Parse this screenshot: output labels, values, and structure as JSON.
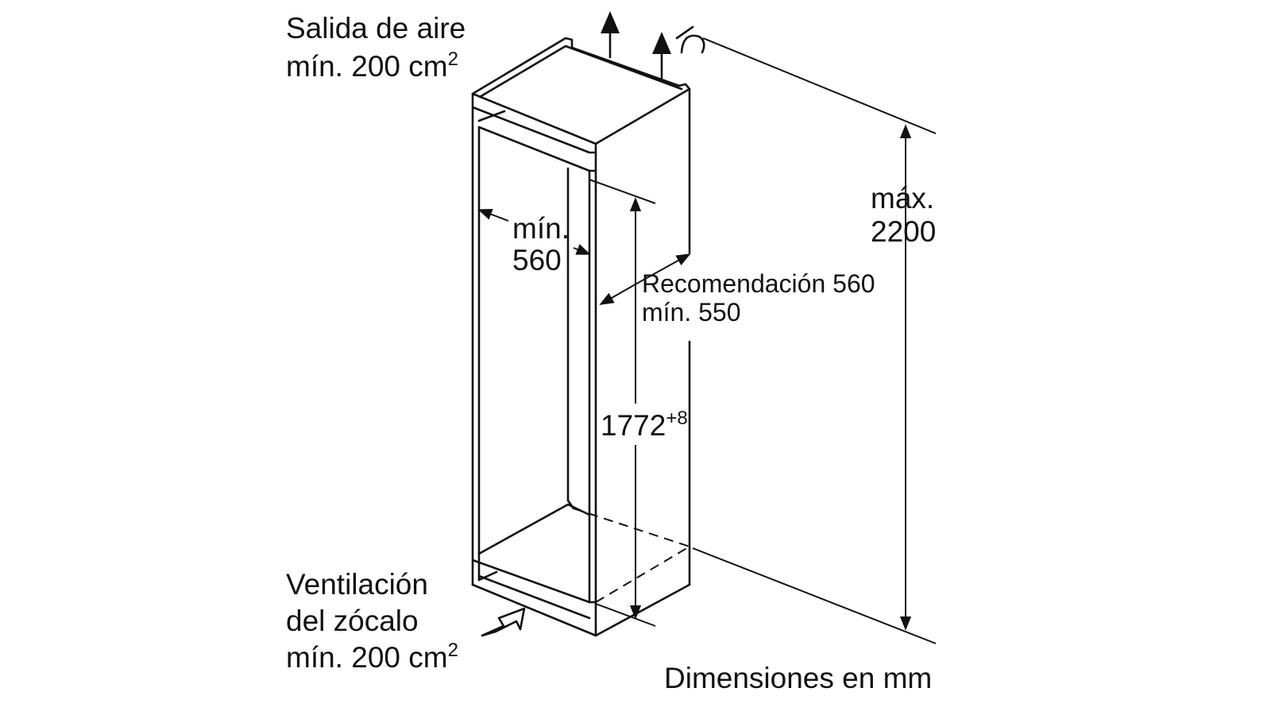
{
  "labels": {
    "air_outlet_line1": "Salida de aire",
    "air_outlet_line2": "mín. 200 cm",
    "air_outlet_sup": "2",
    "width_line1": "mín.",
    "width_line2": "560",
    "depth_line1": "Recomendación 560",
    "depth_line2": "mín. 550",
    "niche_height": "1772",
    "niche_height_tolerance": "+8",
    "max_height_line1": "máx.",
    "max_height_line2": "2200",
    "plinth_line1": "Ventilación",
    "plinth_line2": "del zócalo",
    "plinth_line3": "mín. 200 cm",
    "plinth_sup": "2",
    "units": "Dimensiones en mm"
  },
  "colors": {
    "line": "#111111",
    "background": "#ffffff"
  },
  "icons": {
    "air_up_arrows": "up-arrow-icon",
    "plinth_inlet": "hollow-arrow-icon",
    "ceiling_symbol": "ceiling-mount-icon"
  }
}
